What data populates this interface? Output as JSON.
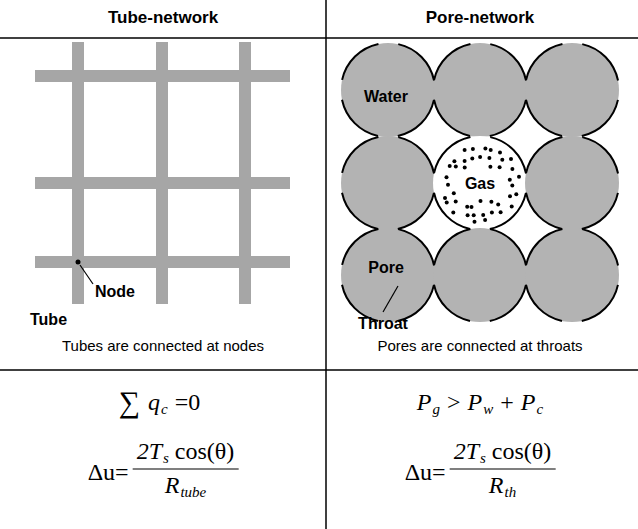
{
  "diagram": {
    "labels": [
      "Tube-network",
      "Pore-network",
      "Node",
      "Tube",
      "Water",
      "Gas",
      "Pore",
      "Throat",
      "Tubes are connected at nodes",
      "Pores are connected at throats",
      "∑",
      "q",
      "c",
      "=0",
      "Δu=",
      "2T",
      "s",
      "cos(θ)",
      "R",
      "tube",
      "P",
      "g",
      ">",
      "P",
      "w",
      "+",
      "P",
      "c",
      "Δu=",
      "2T",
      "s",
      "cos(θ)",
      "R",
      "th"
    ]
  }
}
